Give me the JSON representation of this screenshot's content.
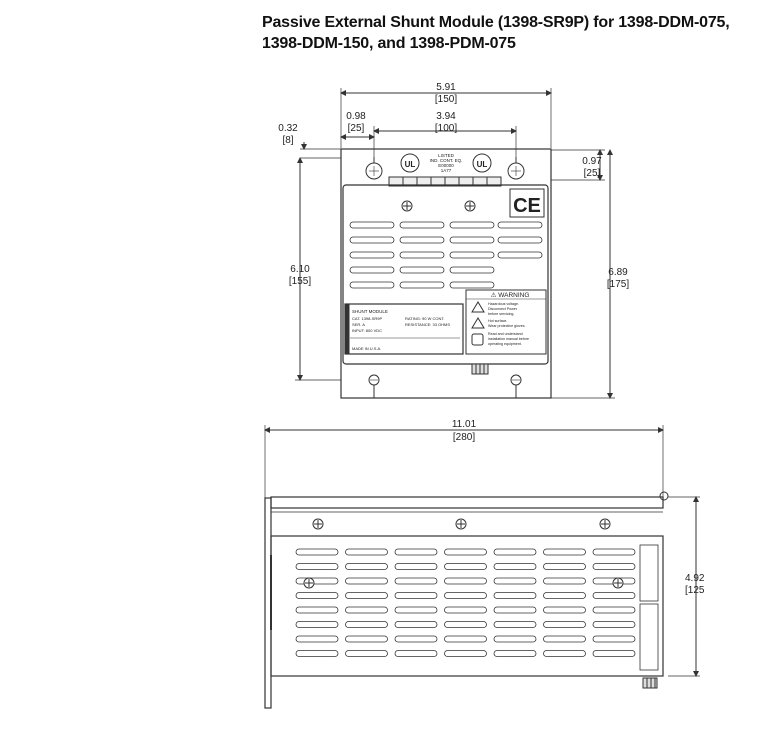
{
  "title": {
    "line1": "Passive External Shunt Module (1398-SR9P) for 1398-DDM-075,",
    "line2": "1398-DDM-150, and 1398-PDM-075"
  },
  "front_view": {
    "dims": {
      "overall_width": {
        "in": "5.91",
        "mm": "[150]"
      },
      "slot_spacing": {
        "in": "3.94",
        "mm": "[100]"
      },
      "slot_inset": {
        "in": "0.98",
        "mm": "[25]"
      },
      "top_offset": {
        "in": "0.32",
        "mm": "[8]"
      },
      "right_offset": {
        "in": "0.97",
        "mm": "[25]"
      },
      "cover_height": {
        "in": "6.10",
        "mm": "[155]"
      },
      "overall_height": {
        "in": "6.89",
        "mm": "[175]"
      }
    },
    "ul_text": [
      "LISTED",
      "IND. CONT. EQ.",
      "E00000",
      "1A77"
    ],
    "ul_mark": "UL",
    "ce_mark": "CE",
    "warning_title": "⚠ WARNING",
    "warning_text": [
      "Hazardous voltage.",
      "Disconnect Power",
      "before servicing.",
      "Hot surface.",
      "Wear protective gloves.",
      "Read and understand",
      "installation manual before",
      "operating equipment."
    ],
    "rating_label_title": "SHUNT MODULE",
    "rating_label_lines": [
      "CAT. 1398-SR9P",
      "SER. A",
      "INPUT: 800 VDC",
      "RATING: 90 W CONT.",
      "RESISTANCE: 33 OHMS",
      "MADE IN U.S.A."
    ]
  },
  "side_view": {
    "dims": {
      "overall_length": {
        "in": "11.01",
        "mm": "[280]"
      },
      "depth": {
        "in": "4.92",
        "mm": "[125"
      }
    }
  }
}
